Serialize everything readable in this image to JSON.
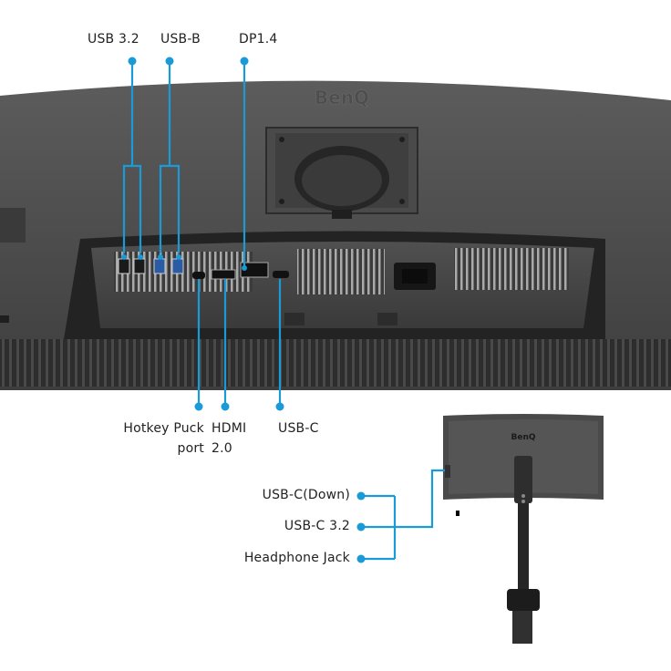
{
  "brand": "BenQ",
  "accent_color": "#1a9ad6",
  "rear_ports_top": [
    "USB 3.2",
    "USB-B",
    "DP1.4"
  ],
  "rear_ports_bottom": [
    {
      "line1": "Hotkey Puck",
      "line2": "port"
    },
    {
      "line1": "HDMI",
      "line2": "2.0"
    },
    {
      "line1": "USB-C",
      "line2": ""
    }
  ],
  "side_ports": [
    "USB-C(Down)",
    "USB-C 3.2",
    "Headphone Jack"
  ]
}
